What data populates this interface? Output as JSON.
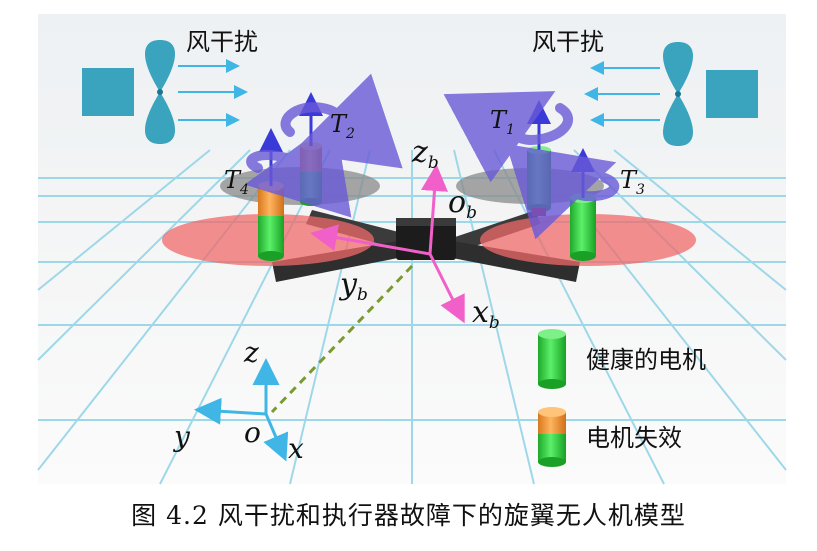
{
  "labels": {
    "wind_left": "风干扰",
    "wind_right": "风干扰",
    "t1": "T",
    "t1_sub": "1",
    "t2": "T",
    "t2_sub": "2",
    "t3": "T",
    "t3_sub": "3",
    "t4": "T",
    "t4_sub": "4",
    "zb": "z",
    "zb_sub": "b",
    "ob": "o",
    "ob_sub": "b",
    "yb": "y",
    "yb_sub": "b",
    "xb": "x",
    "xb_sub": "b",
    "z": "z",
    "y": "y",
    "o": "o",
    "x": "x",
    "legend_healthy": "健康的电机",
    "legend_failed": "电机失效"
  },
  "caption": "图 4.2 风干扰和执行器故障下的旋翼无人机模型",
  "colors": {
    "healthy_motor": "#3ee04a",
    "failed_motor_top": "#f59a3d",
    "rotor_red": "#f06a6a",
    "rotor_grey": "#8a8a8a",
    "thrust_arrow": "#3a3ad8",
    "spin_arrow": "#6a5ad8",
    "body_axes": "#f060c8",
    "inertial_axes": "#3fb6e6",
    "fan": "#3aa3bd",
    "grid_line": "#8fd3e6"
  }
}
